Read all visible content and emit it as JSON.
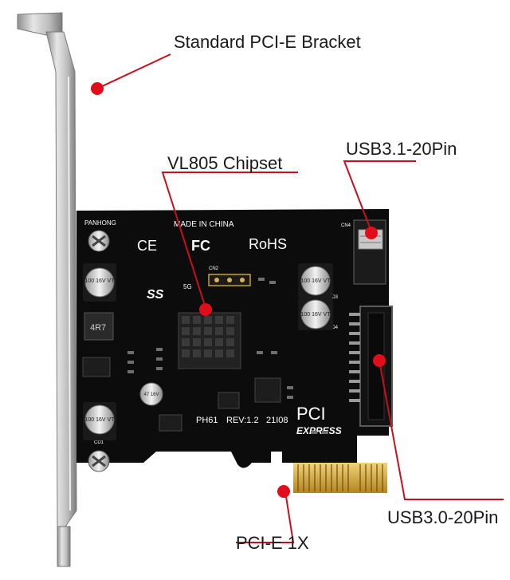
{
  "callouts": {
    "bracket": "Standard PCI-E Bracket",
    "chipset": "VL805 Chipset",
    "usb31": "USB3.1-20Pin",
    "usb30": "USB3.0-20Pin",
    "pcie": "PCI-E 1X"
  },
  "board": {
    "brand": "PANHONG",
    "made_in": "MADE IN CHINA",
    "ce": "CE",
    "fc": "FC",
    "rohs": "RoHS",
    "ss_logo": "SS",
    "ss_sub": "5G",
    "model": "PH61",
    "revision": "REV:1.2",
    "date_code": "21I08",
    "pci_logo": "PCI",
    "express_logo": "EXPRESS",
    "cap1": "100 16V VT",
    "cap2": "100 16V VT",
    "cap3": "100 16V VT",
    "cap4": "100 16V VT",
    "cap5": "47 16V",
    "inductor": "4R7",
    "conn_ch2": "CN2",
    "conn_ch4": "CN4",
    "cd3": "CD3",
    "cd4": "CD4",
    "cd1": "CD1"
  },
  "colors": {
    "pcb": "#0c0c0c",
    "bracket": "#c9c9c9",
    "gold": "#d4a630",
    "accent_dot": "#e10d1b",
    "callout_line": "#c8101c"
  }
}
